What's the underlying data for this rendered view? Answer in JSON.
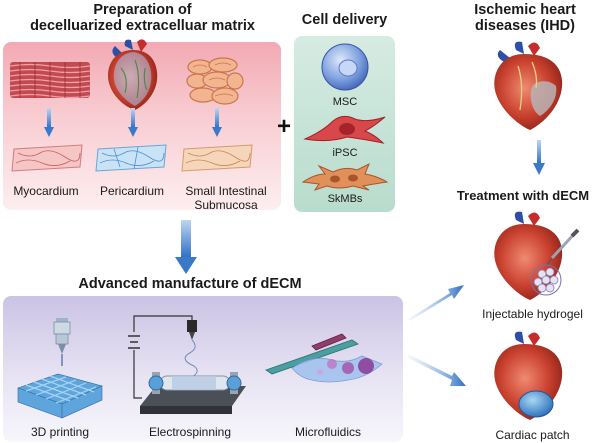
{
  "sections": {
    "preparation_title_line1": "Preparation of",
    "preparation_title_line2": "decelluarized extracelluar matrix",
    "cell_delivery_title": "Cell delivery",
    "ihd_title_line1": "Ischemic heart",
    "ihd_title_line2": "diseases (IHD)",
    "treatment_title": "Treatment with dECM",
    "advanced_title": "Advanced manufacture of dECM"
  },
  "sources": {
    "myocardium": "Myocardium",
    "pericardium": "Pericardium",
    "sis_line1": "Small Intestinal",
    "sis_line2": "Submucosa"
  },
  "cells": {
    "msc": "MSC",
    "ipsc": "iPSC",
    "skmbs": "SkMBs"
  },
  "plus_sign": "+",
  "methods": {
    "printing": "3D printing",
    "electrospinning": "Electrospinning",
    "microfluidics": "Microfluidics"
  },
  "outcomes": {
    "hydrogel": "Injectable hydrogel",
    "patch": "Cardiac patch"
  },
  "colors": {
    "arrow": "#3a78c8",
    "prep_panel": "#f3a9b3",
    "cell_panel": "#c6e2d6",
    "adv_panel": "#d8d2ec"
  }
}
